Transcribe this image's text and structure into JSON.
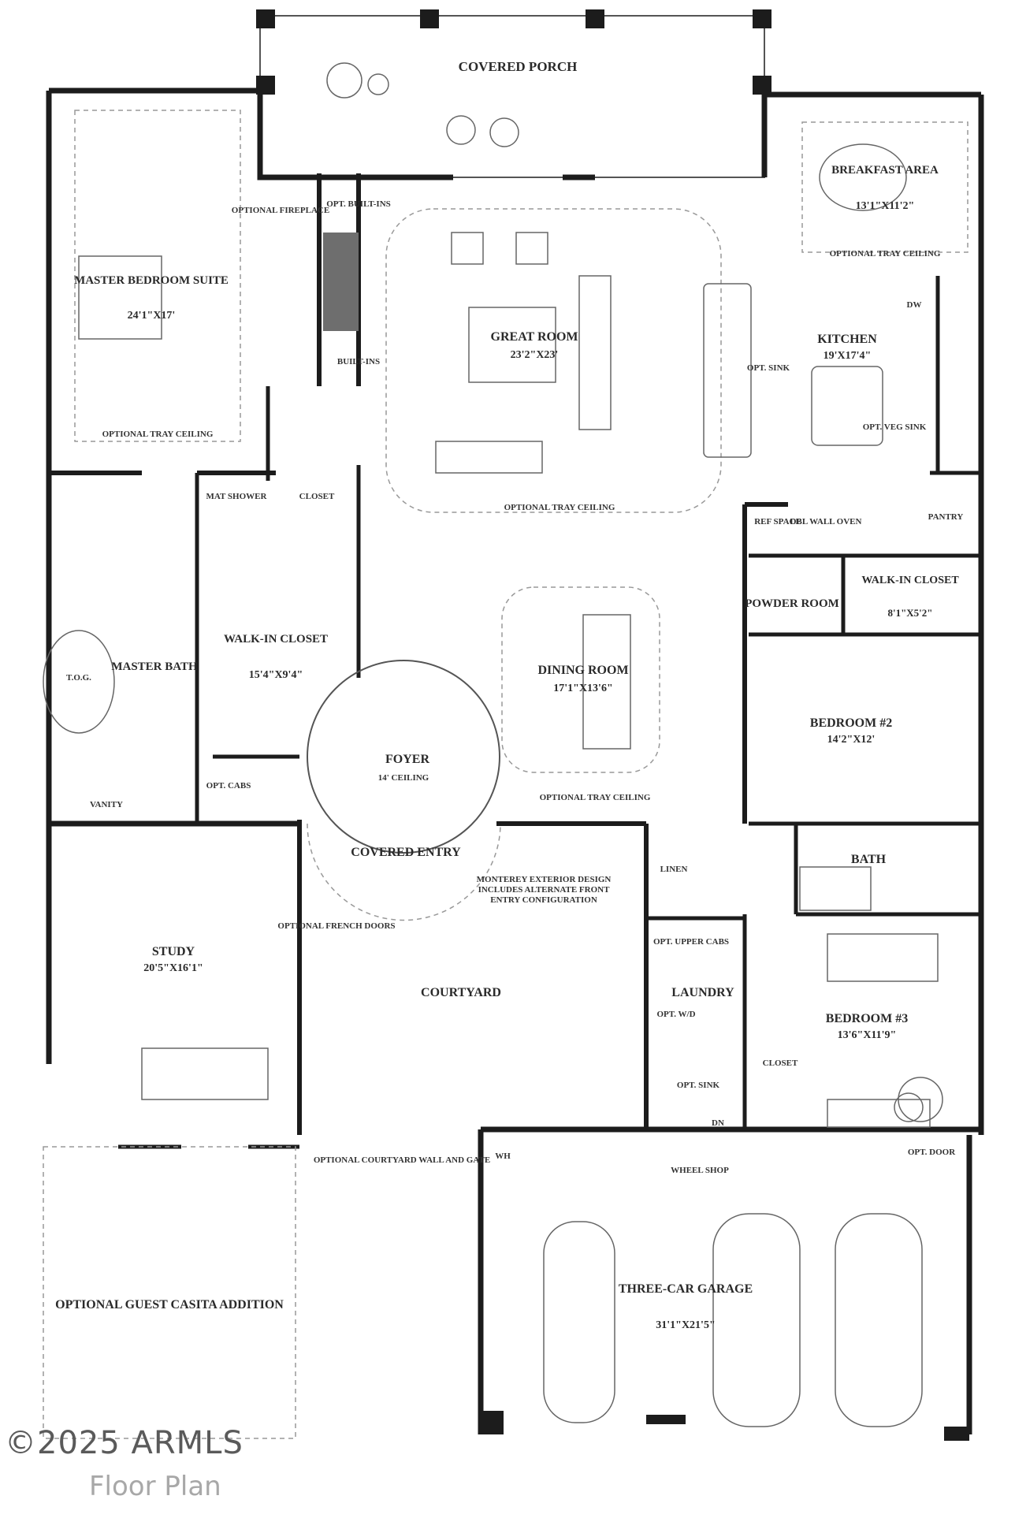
{
  "rooms": {
    "covered_porch": {
      "name": "COVERED PORCH"
    },
    "breakfast": {
      "name": "BREAKFAST AREA",
      "size": "13'1\"X11'2\"",
      "note": "OPTIONAL TRAY CEILING"
    },
    "master_bedroom": {
      "name": "MASTER BEDROOM SUITE",
      "size": "24'1\"X17'",
      "note": "OPTIONAL TRAY CEILING"
    },
    "great_room": {
      "name": "GREAT ROOM",
      "size": "23'2\"X23'",
      "note": "OPTIONAL TRAY CEILING"
    },
    "kitchen": {
      "name": "KITCHEN",
      "size": "19'X17'4\""
    },
    "master_bath": {
      "name": "MASTER BATH"
    },
    "walk_in_closet_master": {
      "name": "WALK-IN CLOSET",
      "size": "15'4\"X9'4\""
    },
    "dining_room": {
      "name": "DINING ROOM",
      "size": "17'1\"X13'6\"",
      "note": "OPTIONAL TRAY CEILING"
    },
    "powder_room": {
      "name": "POWDER ROOM"
    },
    "walk_in_closet_2": {
      "name": "WALK-IN CLOSET",
      "size": "8'1\"X5'2\""
    },
    "bedroom_2": {
      "name": "BEDROOM #2",
      "size": "14'2\"X12'"
    },
    "foyer": {
      "name": "FOYER",
      "note": "14' CEILING"
    },
    "covered_entry": {
      "name": "COVERED ENTRY"
    },
    "bath": {
      "name": "BATH"
    },
    "study": {
      "name": "STUDY",
      "size": "20'5\"X16'1\""
    },
    "courtyard": {
      "name": "COURTYARD"
    },
    "laundry": {
      "name": "LAUNDRY"
    },
    "bedroom_3": {
      "name": "BEDROOM #3",
      "size": "13'6\"X11'9\""
    },
    "garage": {
      "name": "THREE-CAR GARAGE",
      "size": "31'1\"X21'5\""
    },
    "casita": {
      "name": "OPTIONAL GUEST CASITA ADDITION"
    }
  },
  "notes": {
    "opt_fireplace": "OPTIONAL FIREPLACE",
    "opt_built_ins": "OPT. BUILT-INS",
    "built_ins": "BUILT-INS",
    "opt_sink": "OPT. SINK",
    "dw": "DW",
    "opt_veg_sink": "OPT. VEG SINK",
    "closet": "CLOSET",
    "mat_shower": "MAT SHOWER",
    "ref_space": "REF SPACE",
    "dbl_wall_oven": "DBL WALL OVEN",
    "pantry": "PANTRY",
    "tub": "T.O.G.",
    "vanity": "VANITY",
    "opt_cabs": "OPT. CABS",
    "monterey": "MONTEREY EXTERIOR DESIGN INCLUDES ALTERNATE FRONT ENTRY CONFIGURATION",
    "linen": "LINEN",
    "opt_french_doors": "OPTIONAL FRENCH DOORS",
    "opt_upper_cabs": "OPT. UPPER CABS",
    "opt_wd": "OPT. W/D",
    "opt_sink_laundry": "OPT. SINK",
    "closet_bed3": "CLOSET",
    "dn": "DN",
    "wh": "WH",
    "opt_courtyard_wall": "OPTIONAL COURTYARD WALL AND GATE",
    "wheel_shop": "WHEEL SHOP",
    "opt_door": "OPT. DOOR"
  },
  "watermark": "©2025 ARMLS",
  "caption": "Floor Plan"
}
